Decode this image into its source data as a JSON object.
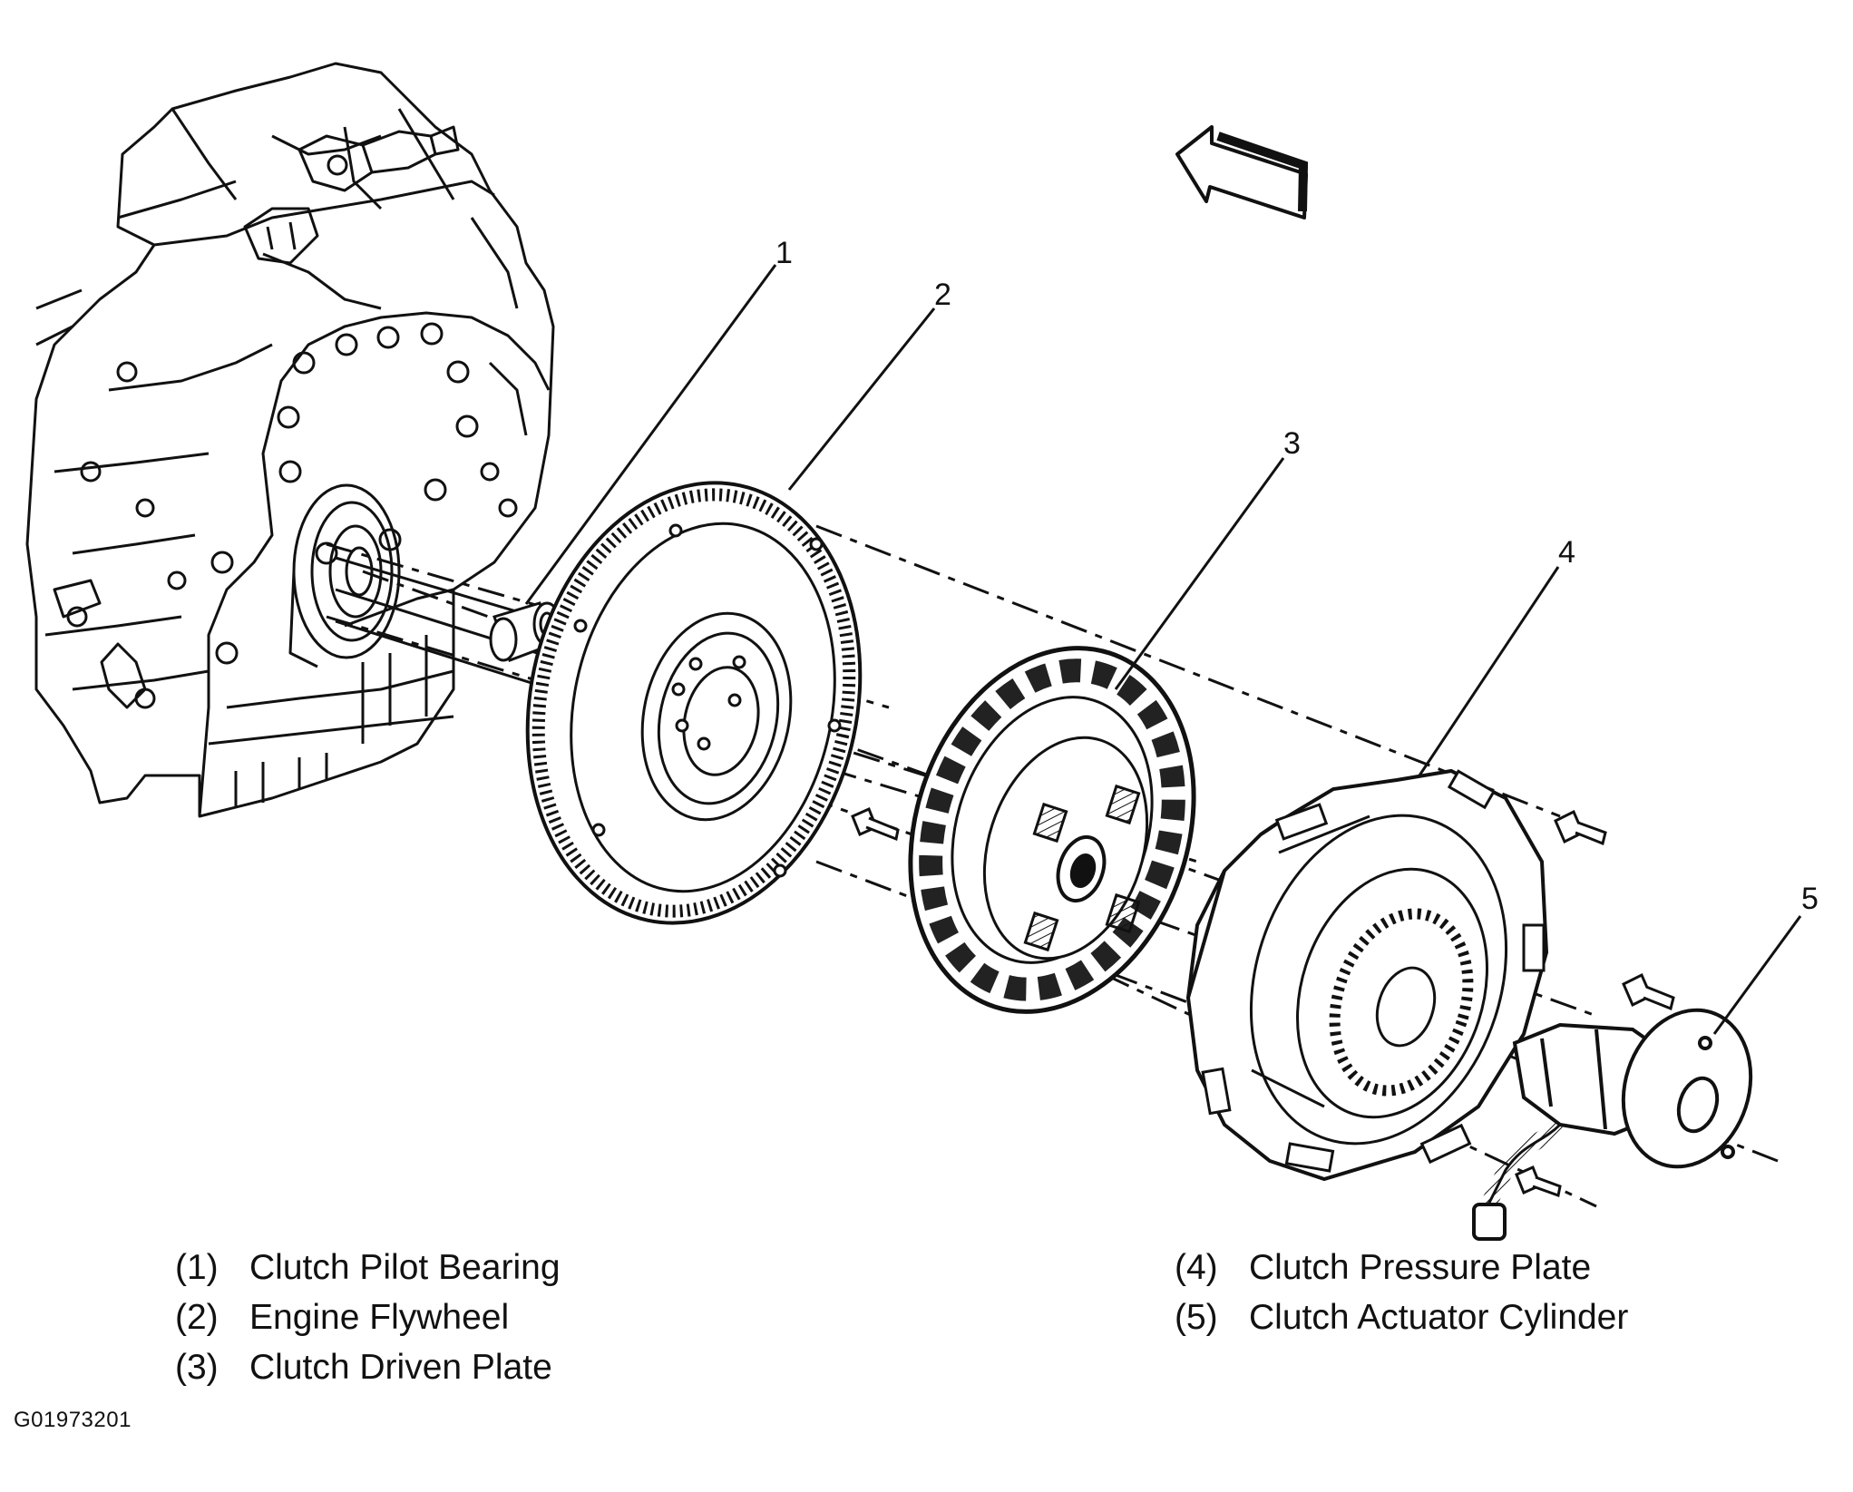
{
  "callouts": {
    "c1": "1",
    "c2": "2",
    "c3": "3",
    "c4": "4",
    "c5": "5"
  },
  "legend": {
    "left": [
      {
        "num": "(1)",
        "label": "Clutch Pilot Bearing"
      },
      {
        "num": "(2)",
        "label": "Engine Flywheel"
      },
      {
        "num": "(3)",
        "label": "Clutch Driven Plate"
      }
    ],
    "right": [
      {
        "num": "(4)",
        "label": "Clutch Pressure Plate"
      },
      {
        "num": "(5)",
        "label": "Clutch Actuator Cylinder"
      }
    ]
  },
  "figure_code": "G01973201",
  "colors": {
    "ink": "#111111",
    "background": "#ffffff"
  },
  "icons": {
    "direction": "front-direction-arrow-icon"
  }
}
